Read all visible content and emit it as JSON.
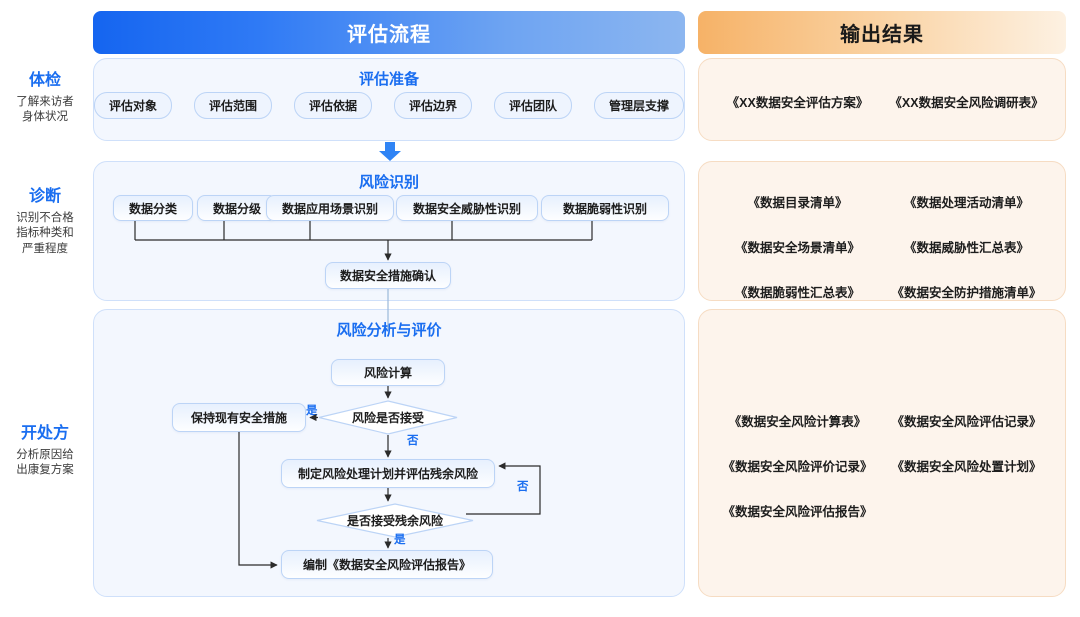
{
  "headers": {
    "process": "评估流程",
    "output": "输出结果",
    "process_gradient_from": "#1565f0",
    "process_gradient_to": "#8cb6f0",
    "output_gradient_from": "#f6b267",
    "output_gradient_to": "#fdf1e2",
    "accent_blue": "#1a6ef0"
  },
  "stages": [
    {
      "title": "体检",
      "desc": "了解来访者\n身体状况"
    },
    {
      "title": "诊断",
      "desc": "识别不合格\n指标种类和\n严重程度"
    },
    {
      "title": "开处方",
      "desc": "分析原因给\n出康复方案"
    }
  ],
  "panels": {
    "prep": {
      "title": "评估准备",
      "chips": [
        "评估对象",
        "评估范围",
        "评估依据",
        "评估边界",
        "评估团队",
        "管理层支撑"
      ]
    },
    "identification": {
      "title": "风险识别",
      "nodes": [
        "数据分类",
        "数据分级",
        "数据应用场景识别",
        "数据安全威胁性识别",
        "数据脆弱性识别"
      ],
      "confirm_node": "数据安全措施确认"
    },
    "analysis": {
      "title": "风险分析与评价",
      "nodes": {
        "calc": "风险计算",
        "keep": "保持现有安全措施",
        "plan": "制定风险处理计划并评估残余风险",
        "report": "编制《数据安全风险评估报告》"
      },
      "decisions": {
        "accept": "风险是否接受",
        "residual": "是否接受残余风险"
      },
      "branch_labels": {
        "accept_yes": "是",
        "accept_no": "否",
        "residual_no": "否",
        "residual_yes": "是"
      }
    }
  },
  "outputs": {
    "prep": [
      "《XX数据安全评估方案》",
      "《XX数据安全风险调研表》"
    ],
    "identification": [
      "《数据目录清单》",
      "《数据处理活动清单》",
      "《数据安全场景清单》",
      "《数据威胁性汇总表》",
      "《数据脆弱性汇总表》",
      "《数据安全防护措施清单》"
    ],
    "analysis": [
      "《数据安全风险计算表》",
      "《数据安全风险评估记录》",
      "《数据安全风险评价记录》",
      "《数据安全风险处置计划》",
      "《数据安全风险评估报告》"
    ]
  }
}
